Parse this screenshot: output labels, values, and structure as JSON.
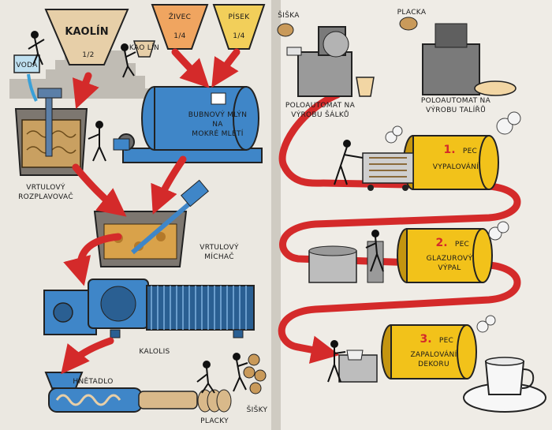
{
  "left_page": {
    "kaolin_title": "KAOLÍN",
    "kaolin_fraction": "1/2",
    "zivec_title": "ŽIVEC",
    "zivec_fraction": "1/4",
    "pisek_title": "PÍSEK",
    "pisek_fraction": "1/4",
    "voda_label": "VODA",
    "small_bucket_label": "KAO LÍN",
    "blunger_label_1": "VRTULOVÝ",
    "blunger_label_2": "ROZPLAVOVAČ",
    "ballmill_label_1": "BUBNOVÝ MLÝN",
    "ballmill_label_2": "NA",
    "ballmill_label_3": "MOKRÉ MLETÍ",
    "mixer_label_1": "VRTULOVÝ",
    "mixer_label_2": "MÍCHAČ",
    "filterpress_label": "KALOLIS",
    "pugmill_label": "HNĚTADLO",
    "placky_label": "PLACKY",
    "sisky_label": "ŠIŠKY"
  },
  "right_page": {
    "siska_label": "ŠIŠKA",
    "placka_label": "PLACKA",
    "cup_machine_label_1": "POLOAUTOMAT NA",
    "cup_machine_label_2": "VÝROBU ŠÁLKŮ",
    "plate_machine_label_1": "POLOAUTOMAT NA",
    "plate_machine_label_2": "VÝROBU TALÍŘŮ",
    "kiln1_number": "1.",
    "kiln1_title": "PEC",
    "kiln1_sub": "VYPALOVÁNÍ",
    "kiln2_number": "2.",
    "kiln2_title": "PEC",
    "kiln2_sub_1": "GLAZUROVÝ",
    "kiln2_sub_2": "VÝPAL",
    "kiln3_number": "3.",
    "kiln3_title": "PEC",
    "kiln3_sub_1": "ZAPALOVÁNÍ",
    "kiln3_sub_2": "DEKORU"
  },
  "colors": {
    "arrow_red": "#d42a2a",
    "machine_blue": "#3f86c8",
    "kiln_yellow": "#f2c21a",
    "page_left": "#ebe8e1",
    "page_right": "#efece6",
    "hopper_tan": "#e7cfa8",
    "hopper_orange": "#f0a560",
    "hopper_yellow": "#f2cf5a"
  }
}
